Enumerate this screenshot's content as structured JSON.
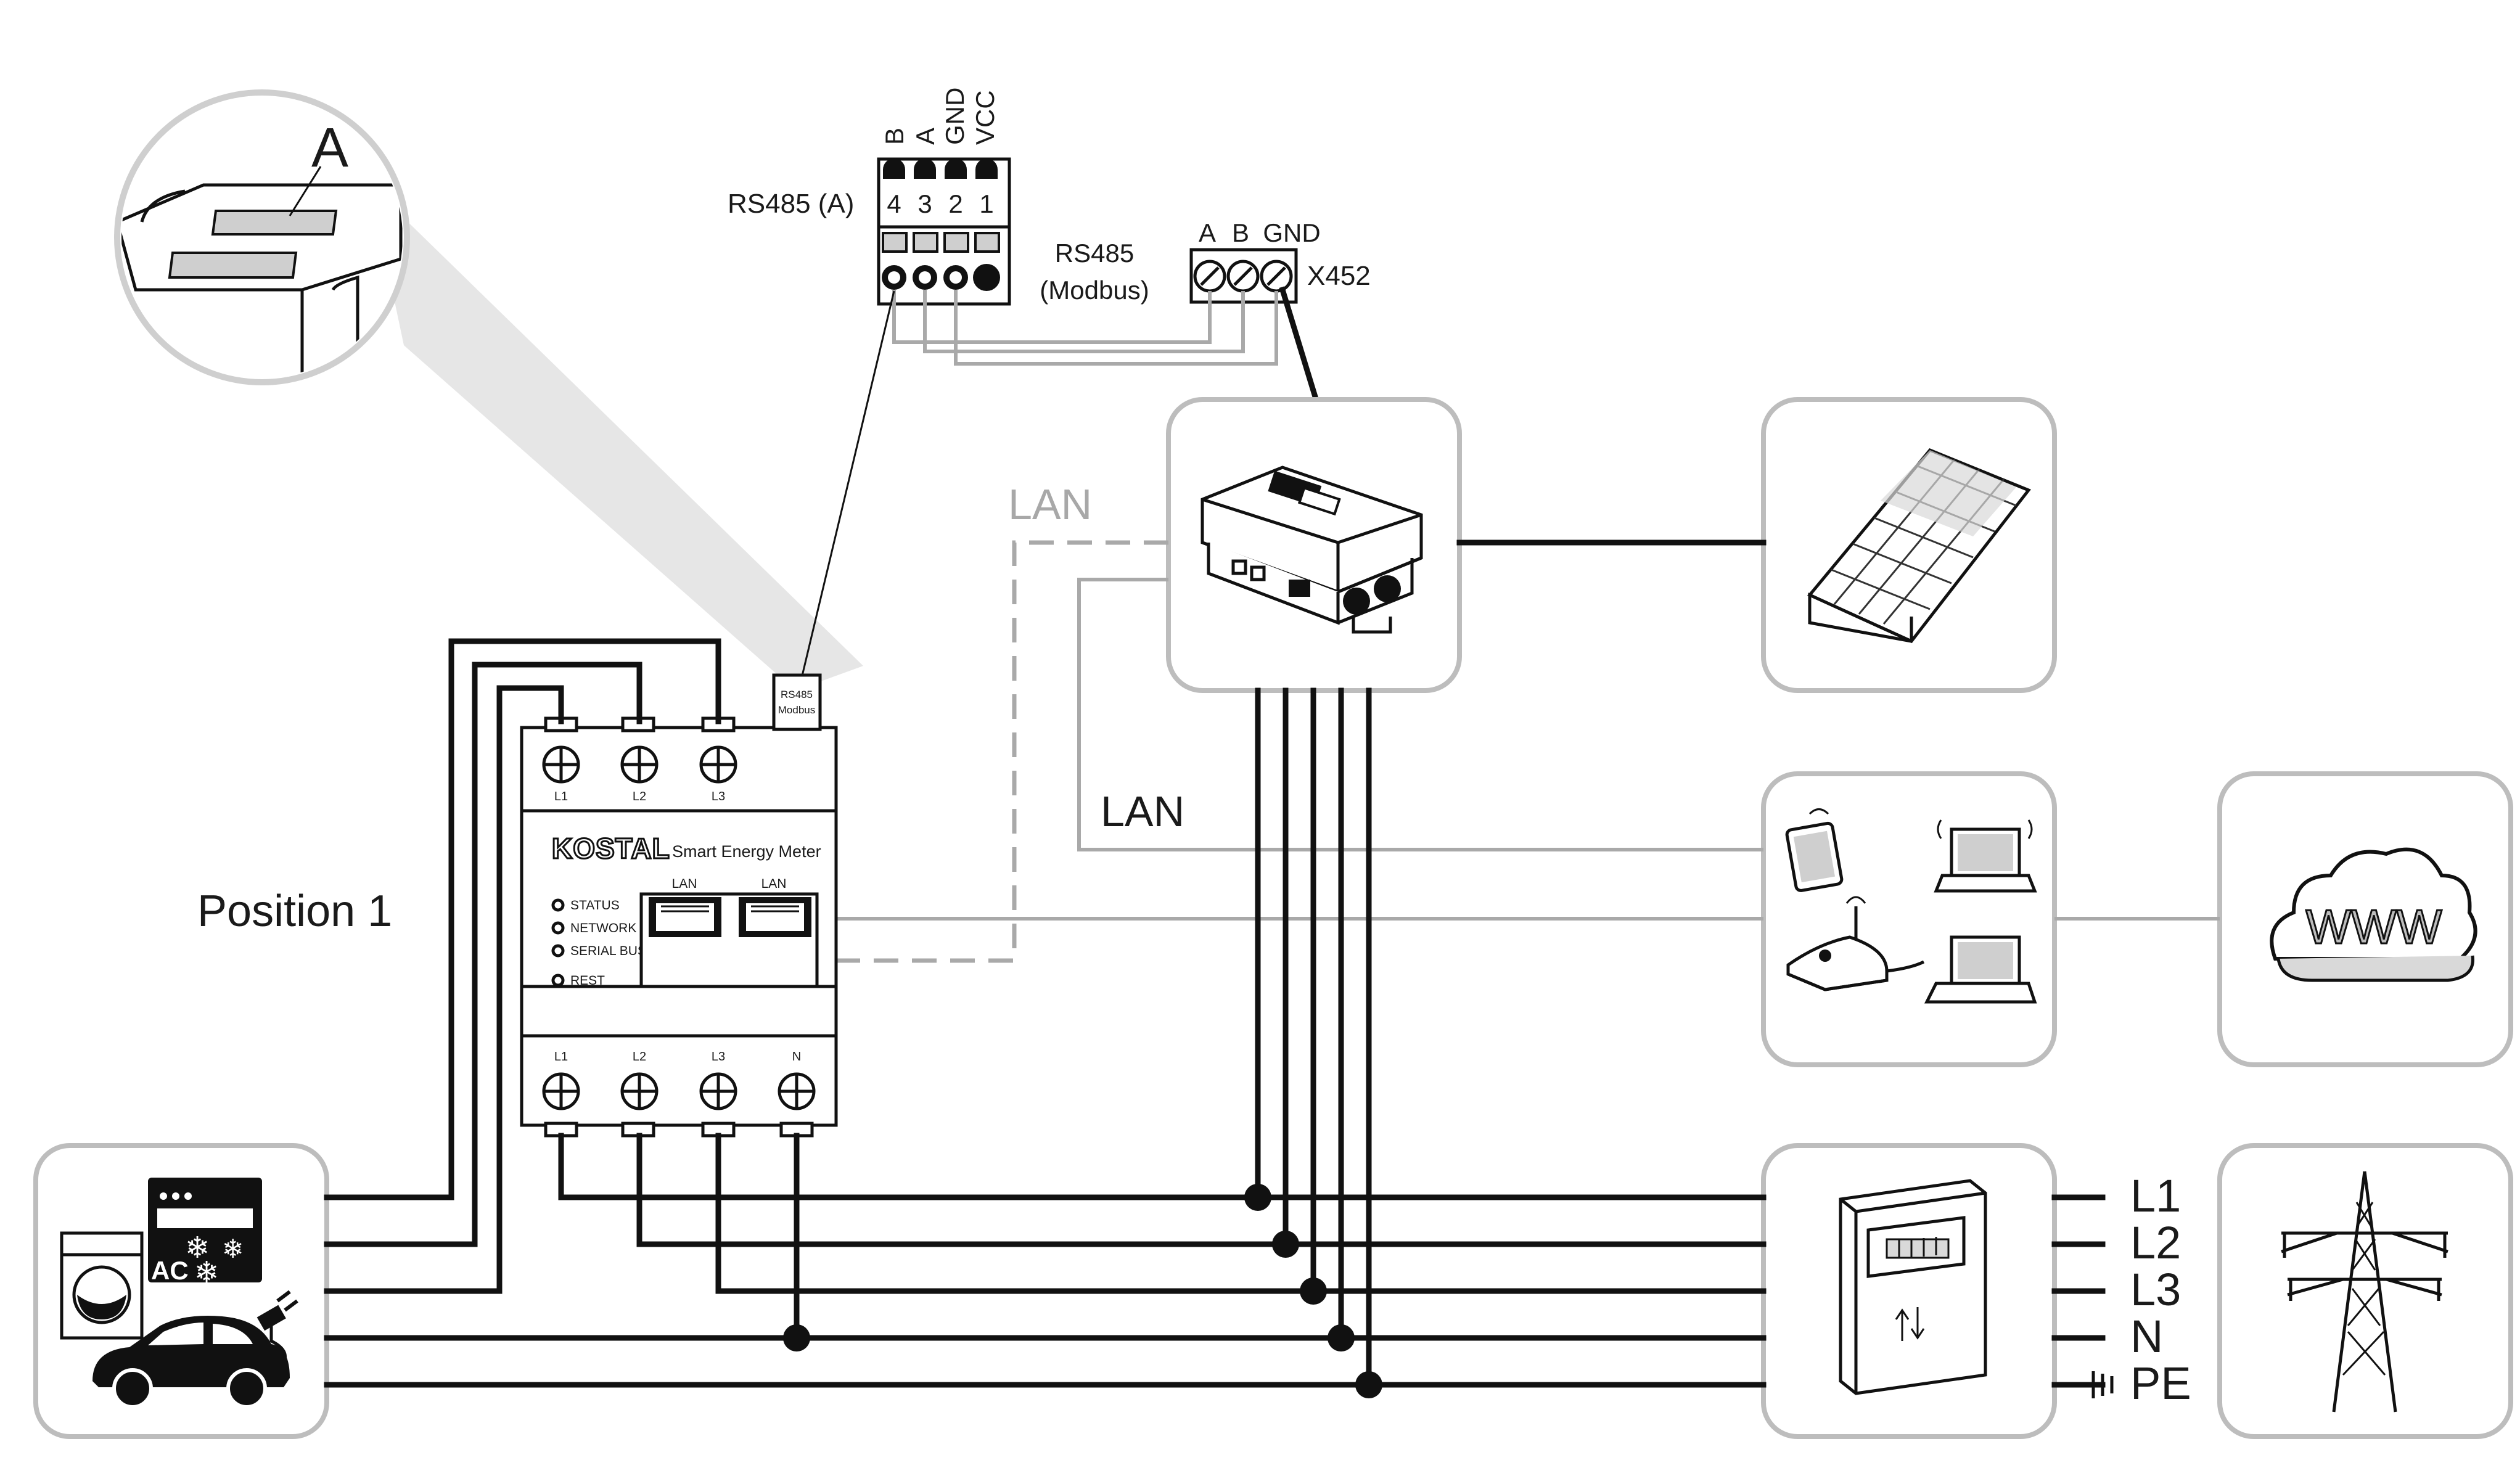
{
  "labels": {
    "position": "Position 1",
    "detail_marker": "A",
    "rs485_connector": "RS485 (A)",
    "rs485_modbus_line1": "RS485",
    "rs485_modbus_line2": "(Modbus)",
    "lan_dashed": "LAN",
    "lan_solid": "LAN",
    "x452": "X452",
    "meter_port_line1": "RS485",
    "meter_port_line2": "Modbus"
  },
  "connector_pins": {
    "names": [
      "B",
      "A",
      "GND",
      "VCC"
    ],
    "numbers": [
      "4",
      "3",
      "2",
      "1"
    ]
  },
  "x452_pins": [
    "A",
    "B",
    "GND"
  ],
  "meter": {
    "brand": "KOSTAL",
    "product": "Smart Energy Meter",
    "top_terminals": [
      "L1",
      "L2",
      "L3"
    ],
    "bottom_terminals": [
      "L1",
      "L2",
      "L3",
      "N"
    ],
    "leds": [
      "STATUS",
      "NETWORK",
      "SERIAL BUS",
      "REST"
    ],
    "lan_ports": [
      "LAN",
      "LAN"
    ]
  },
  "grid_lines": [
    "L1",
    "L2",
    "L3",
    "N",
    "PE"
  ],
  "cloud_text": "WWW",
  "icons": {
    "consumers": [
      "washing-machine-icon",
      "air-conditioner-icon",
      "electric-car-icon"
    ],
    "inverter": "inverter-icon",
    "solar": "solar-panel-icon",
    "network": [
      "tablet-icon",
      "laptop-icon",
      "router-icon",
      "laptop-icon"
    ],
    "cloud": "cloud-icon",
    "grid_meter": "utility-meter-icon",
    "pylon": "power-pylon-icon"
  },
  "colors": {
    "wire": "#111111",
    "lan": "#a9a9a9",
    "box_border": "#bdbdbd"
  }
}
